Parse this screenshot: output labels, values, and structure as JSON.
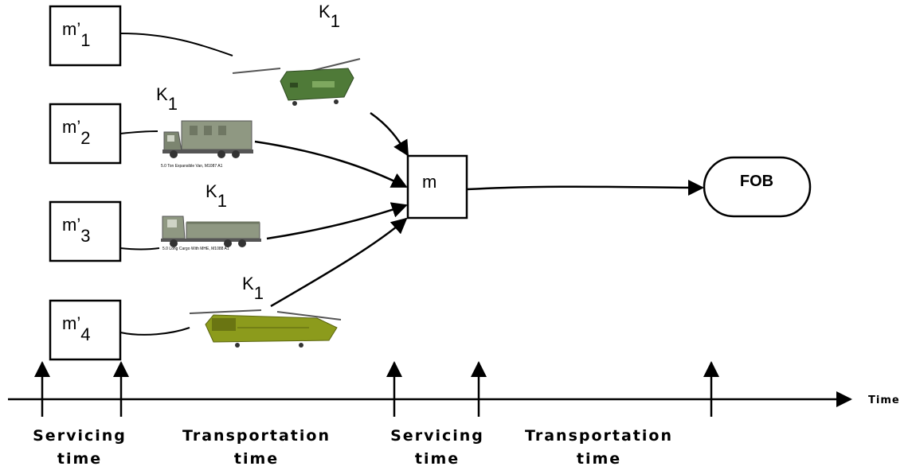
{
  "nodes": {
    "m1": {
      "label": "m’",
      "sub": "1"
    },
    "m2": {
      "label": "m’",
      "sub": "2"
    },
    "m3": {
      "label": "m’",
      "sub": "3"
    },
    "m4": {
      "label": "m’",
      "sub": "4"
    },
    "m": {
      "label": "m"
    },
    "fob": {
      "label": "FOB"
    }
  },
  "k_labels": [
    {
      "label": "K",
      "sub": "1"
    },
    {
      "label": "K",
      "sub": "1"
    },
    {
      "label": "K",
      "sub": "1"
    },
    {
      "label": "K",
      "sub": "1"
    }
  ],
  "vehicles": {
    "truck_van_caption": "5.0 Ton Expansible Van, M1087 A1",
    "truck_cargo_caption": "5.0 Long Cargo With MHE, M1088 A1"
  },
  "timeline": {
    "axis_label": "Time",
    "labels": [
      {
        "line1": "Servicing",
        "line2": "time"
      },
      {
        "line1": "Transportation",
        "line2": "time"
      },
      {
        "line1": "Servicing",
        "line2": "time"
      },
      {
        "line1": "Transportation",
        "line2": "time"
      }
    ]
  },
  "colors": {
    "helicopter_1": "#4f7a38",
    "helicopter_2": "#8c9b1c",
    "truck_body": "#8f9882",
    "line": "#000000"
  }
}
